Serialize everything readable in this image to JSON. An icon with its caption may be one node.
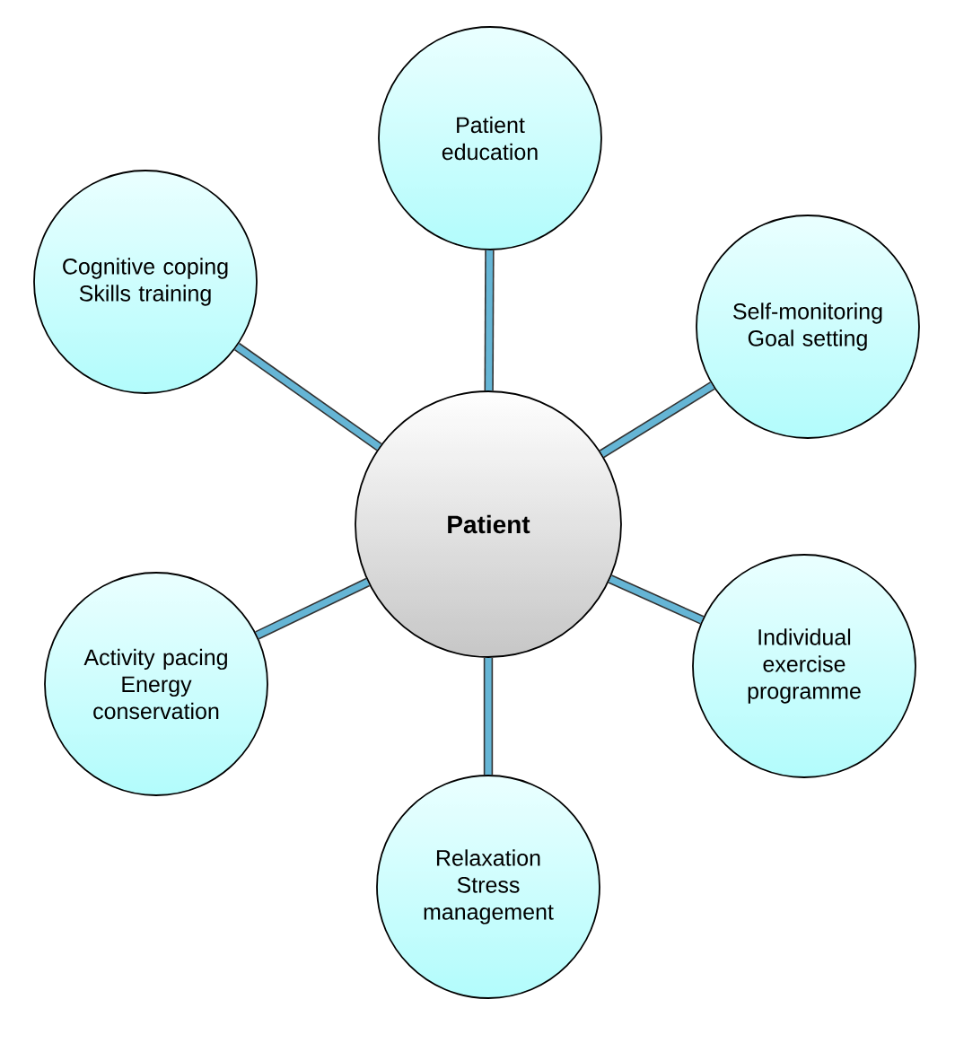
{
  "diagram": {
    "nodes": [
      {
        "text": [
          "**Patient**"
        ]
      },
      {
        "text": [
          "Patient education"
        ]
      },
      {
        "text": [
          "Self-monitoring",
          "Goal setting"
        ]
      },
      {
        "text": [
          "Individual exercise programme"
        ]
      },
      {
        "text": [
          "Relaxation",
          "Stress management"
        ]
      },
      {
        "text": [
          "Activity pacing",
          "Energy conservation"
        ]
      },
      {
        "text": [
          "Cognitive coping",
          "Skills training"
        ]
      }
    ],
    "edges": [
      {
        "from": 0,
        "to": 1,
        "arrow": "none"
      },
      {
        "from": 0,
        "to": 2,
        "arrow": "none"
      },
      {
        "from": 0,
        "to": 3,
        "arrow": "none"
      },
      {
        "from": 0,
        "to": 4,
        "arrow": "none"
      },
      {
        "from": 0,
        "to": 5,
        "arrow": "none"
      },
      {
        "from": 0,
        "to": 6,
        "arrow": "none"
      }
    ]
  }
}
